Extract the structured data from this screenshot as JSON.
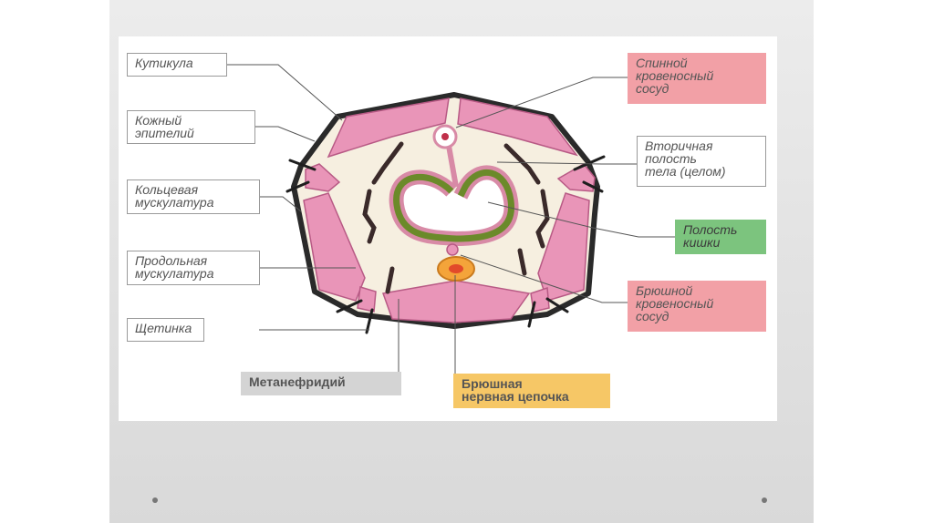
{
  "labels": {
    "cuticle": "Кутикула",
    "skin_epithelium": "Кожный\nэпителий",
    "circular_muscle": "Кольцевая\nмускулатура",
    "longitudinal_muscle": "Продольная\nмускулатура",
    "seta": "Щетинка",
    "metanephridium": "Метанефридий",
    "ventral_nerve_cord": "Брюшная\nнервная цепочка",
    "dorsal_vessel": "Спинной\nкровеносный\nсосуд",
    "coelom": "Вторичная\nполость\nтела (целом)",
    "gut_cavity": "Полость\nкишки",
    "ventral_vessel": "Брюшной\nкровеносный\nсосуд"
  },
  "colors": {
    "pink_label": "#f2a0a6",
    "green_label": "#7cc47e",
    "gray_label": "#d4d4d4",
    "yellow_label": "#f6c766",
    "muscle": "#e995b8",
    "body_cavity": "#f6efe0",
    "gut_wall": "#6b8a2a",
    "outline": "#2a2a2a"
  }
}
